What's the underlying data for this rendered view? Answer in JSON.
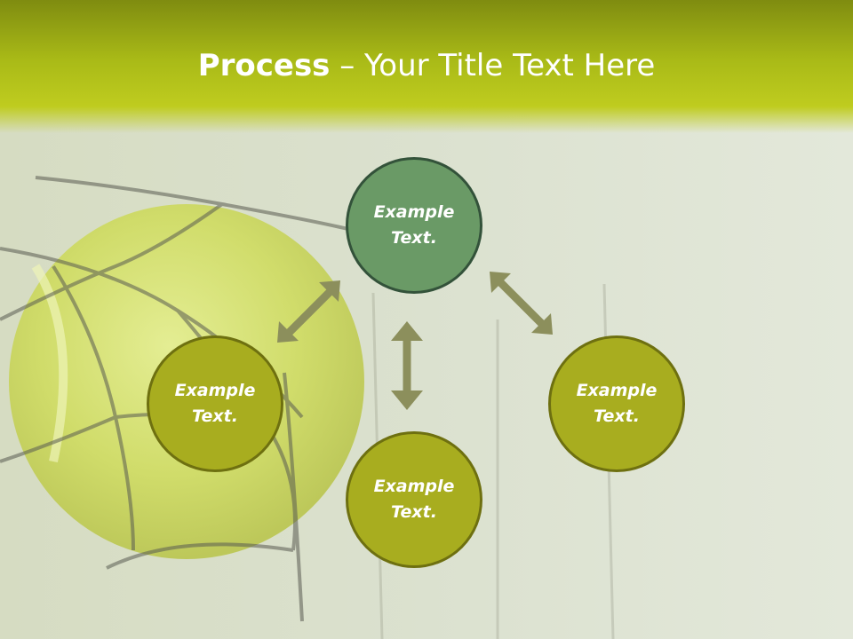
{
  "slide": {
    "title_bold": "Process",
    "title_rest": " – Your Title Text Here",
    "nodes": {
      "top": "Example Text.",
      "left": "Example Text.",
      "right": "Example Text.",
      "bottom": "Example Text."
    }
  },
  "colors": {
    "header": "#a9ba17",
    "node_top_fill": "#6a9a66",
    "node_fill": "#a8ad1f",
    "arrow": "#8c8f5c"
  }
}
